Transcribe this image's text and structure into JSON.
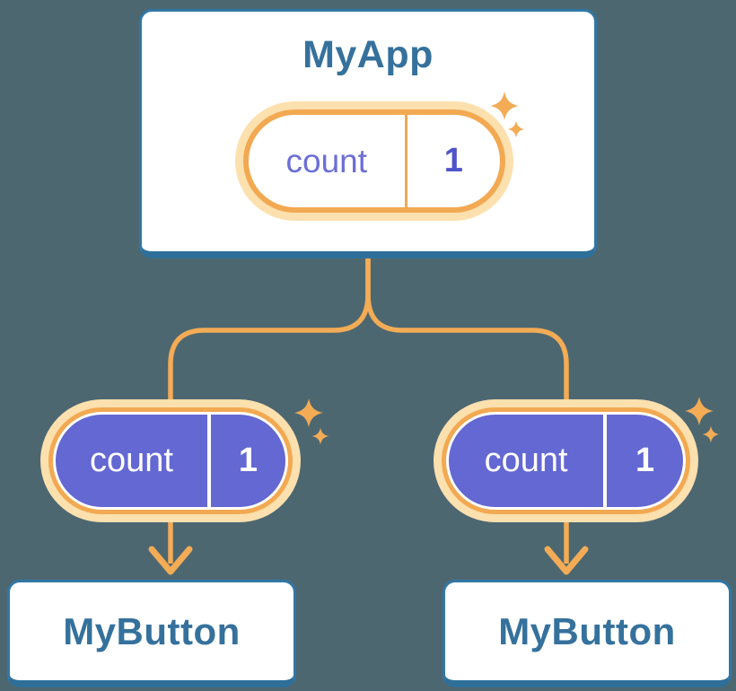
{
  "diagram": {
    "root": {
      "title": "MyApp",
      "pill": {
        "label": "count",
        "value": "1"
      }
    },
    "children": [
      {
        "pill": {
          "label": "count",
          "value": "1"
        },
        "box": {
          "title": "MyButton"
        }
      },
      {
        "pill": {
          "label": "count",
          "value": "1"
        },
        "box": {
          "title": "MyButton"
        }
      }
    ]
  },
  "colors": {
    "background": "#4D6771",
    "connector_orange": "#F3AC55",
    "pill_halo_orange": "#FCE0AE",
    "pill_ring_orange": "#F2A952",
    "pill_purple": "#6468D3",
    "node_border_blue": "#3177A5",
    "node_bottom_blue": "#2E6F99",
    "node_text_blue": "#35719C",
    "state_label_purple": "#6B6FD6",
    "state_value_purple": "#4E54C8"
  },
  "icons": {
    "sparkle": "four-point-star-sparkle",
    "arrowhead": "down-arrowhead"
  }
}
